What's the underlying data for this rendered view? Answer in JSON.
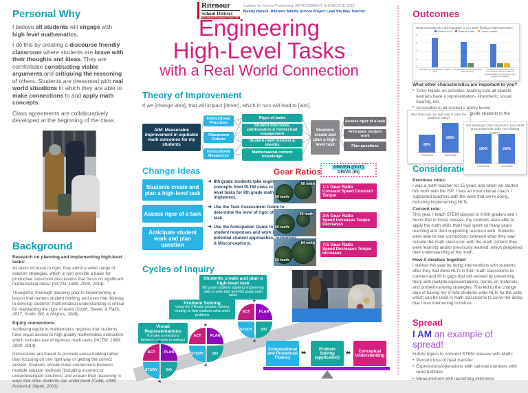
{
  "colors": {
    "teal_heading": "#13a3b5",
    "magenta": "#d6207f",
    "cyan": "#29b4e4",
    "teal_box": "#18a79e",
    "navy": "#1d4057",
    "red": "#e02330",
    "purple_bar": "#8e1fd3",
    "chart_blue": "#4a7bd4"
  },
  "header": {
    "logo_name": "Ritenour",
    "logo_sub": "School District",
    "logo_tagline": "Educational Excellence Since 1867",
    "institute_line": "Institute for School Partnership IMPROVEMENT SHOWCASE 2023",
    "author_line": "Mandy Harvell, Ritenour Middle School Project Lead the Way Teacher",
    "title_line1": "Engineering",
    "title_line2": "High-Level Tasks",
    "title_line3": "with a Real World Connection"
  },
  "personal_why": {
    "heading": "Personal Why",
    "p1": [
      {
        "t": "I believe "
      },
      {
        "t": "all students",
        "b": true
      },
      {
        "t": " will "
      },
      {
        "t": "engage",
        "b": true
      },
      {
        "t": " with "
      },
      {
        "t": "high level mathematics.",
        "b": true
      }
    ],
    "p2": [
      {
        "t": "I do this by creating a "
      },
      {
        "t": "discourse friendly classroom",
        "b": true
      },
      {
        "t": " where students are "
      },
      {
        "t": "brave with their thoughts and ideas.",
        "b": true
      },
      {
        "t": " They are comfortable "
      },
      {
        "t": "constructing viable arguments",
        "b": true
      },
      {
        "t": " and "
      },
      {
        "t": "critiquing the reasoning",
        "b": true
      },
      {
        "t": " of others.  Students are presented with "
      },
      {
        "t": "real world situations",
        "b": true
      },
      {
        "t": " in which they are able to "
      },
      {
        "t": "make connections",
        "b": true
      },
      {
        "t": " to and "
      },
      {
        "t": "apply math concepts.",
        "b": true
      }
    ],
    "p3": "Class agreements are collaboratively developed at the beginning of the class."
  },
  "background": {
    "heading": "Background",
    "sub1": "Research on planning and implementing high-level tasks:",
    "p1": [
      {
        "t": "As tasks increase in rigor, they admit a wider range of solution strategies, which in turn provide a basis for productive classroom discussions that focus on significant mathematical ideas. "
      },
      {
        "t": "(NCTM, 1989; 2000; 2014).",
        "i": true
      }
    ],
    "p2": [
      {
        "t": "Thoughtful, thorough planning prior to implementing a lesson that centers student thinking and uses that thinking to develop students' mathematical understanding is critical for maintaining the rigor of tasks "
      },
      {
        "t": "(Smith, Steele, & Raith, 2017; Smith, Bill, & Hughes, 2008).",
        "i": true
      }
    ],
    "sub2": "Equity connections:",
    "p3": [
      {
        "t": "Achieving equity in mathematics requires that students have equal access to high-quality mathematics instruction which includes use of rigorous math tasks "
      },
      {
        "t": "(NCTM, 1989; 2000; 2014).",
        "i": true
      }
    ],
    "p4": [
      {
        "t": "Discussions are meant to promote sense making rather than focusing on one right way or getting the correct answer. Students should make connections between multiple solution methods (including incorrect or underdeveloped solutions) and explain their reasoning in ways that other students can understand "
      },
      {
        "t": "(Cobb, 1998; Kozemi & Stipek, 2001).",
        "i": true
      }
    ]
  },
  "theory": {
    "heading": "Theory of Improvement",
    "subtitle": "If we [change idea], that will impact [driver], which in turn will lead to [aim].",
    "aim": "AIM: Measurable improvement in equitable math outcomes for my students",
    "drivers": [
      "Instructional Practices",
      "Classroom Culture",
      "Instructional Resources"
    ],
    "secondary": [
      "Rigor of tasks",
      "Student discourse, participation & intellectual engagement",
      "Student math mindset & identity",
      "Mathematical content knowledge"
    ],
    "change_box": "Students create and plan a high-level task",
    "sub_boxes": [
      "Assess rigor of a task",
      "Anticipate student work",
      "Plan questions"
    ]
  },
  "change_ideas": {
    "heading": "Change Ideas",
    "boxes": [
      "Students create and plan a high-level task",
      "Assess rigor of a task",
      "Anticipate student work and plan question"
    ],
    "bullets": [
      "8th grade students take engineering concepts from PLTW class to write high level tasks for 6th grade math teachers to implement.",
      "Use the Task Assessment Guide to determine the level of rigor of the created task",
      "Use the Anticipation Guide to predict student responses and work through potential student approaches, responses, & Misconceptions."
    ],
    "arrow_glyph": "➜"
  },
  "gear_ratios": {
    "heading": "Gear Ratios",
    "driven_line1": "DRIVEN (OUT)",
    "driven_line2": "DRIVE (IN)",
    "rows": [
      {
        "teeth_top": "60 teeth",
        "teeth_bottom": "60 teeth",
        "ratio": "1:1 Gear Ratio",
        "desc": "Constant Speed Constant Torque"
      },
      {
        "teeth_top": "36 teeth",
        "teeth_bottom": "60 teeth",
        "ratio": "3:5 Gear Ratio",
        "desc": "Speed Increases Torque Decreases"
      },
      {
        "teeth_top": "84 teeth",
        "teeth_bottom": "60 teeth",
        "ratio": "7:5 Gear Ratio",
        "desc": "Speed Decreases Torque Increases"
      }
    ]
  },
  "cycles": {
    "heading": "Cycles of Inquiry",
    "labels": [
      {
        "title": "Visual Representations",
        "sub": "To make connections between concrete to abstract"
      },
      {
        "title": "Problem Solving",
        "sub": "Using the 3 Reads problem solving strategy to help students solve word problems"
      },
      {
        "title": "Students create and plan a high-level task",
        "sub": "8th grade students applying engineering skills to write high level 6th grade math tasks"
      }
    ],
    "pdsa": {
      "act": "ACT",
      "plan": "PLAN",
      "study": "STUDY",
      "do": "DO"
    }
  },
  "balance": {
    "boxes": [
      "Computational and Procedural Fluency",
      "Problem Solving (application)",
      "Conceptual Understanding"
    ],
    "arrow_glyph": "⬌"
  },
  "outcomes": {
    "heading": "Outcomes",
    "chart1": {
      "type": "bar",
      "title": "What characteristics are important to you when finding a high level task?",
      "legend_note": "legend text approximated (illegible at source resolution)",
      "categories": [
        "The task can be solved in multiple ways",
        "The task asks students to justify their thinking",
        "The task asks students to make connections between different representations (eg going from an equation to a graph)"
      ],
      "series": [
        {
          "name": "Matters a lot",
          "color": "#4a7bd4",
          "values": [
            7,
            6,
            5.5
          ]
        },
        {
          "name": "Matters a little",
          "color": "#6b8e4e",
          "values": [
            0,
            1,
            1
          ]
        },
        {
          "name": "Doesn't matter",
          "color": "#e8b931",
          "values": [
            0,
            0,
            1
          ]
        }
      ],
      "ylim": [
        0,
        8
      ],
      "yticks": [
        "8",
        "6",
        "4",
        "2",
        "0"
      ]
    },
    "q_heading": "What other characteristics are important to you?",
    "q_bullets": [
      "Time! Hands-on activities. Making sure all student learners have a representation- kinesthetic, visual, hearing, etc.",
      "Accessible to all students' ability levels.",
      "A high level task should not guide students to the answer."
    ],
    "chart2": {
      "type": "bar",
      "title": "Was there only one right way to solve the problems today?",
      "bars": [
        {
          "label": "First Result",
          "value": "60%"
        },
        {
          "label": "Last Result",
          "value": "100%"
        }
      ]
    },
    "chart3": {
      "type": "bar",
      "title": "Did listening to other students in your small group today help make your thinking better?",
      "bars": [
        {
          "label": "First Result",
          "value": "100%"
        },
        {
          "label": "Last Result",
          "value": "100%"
        }
      ]
    }
  },
  "considerations": {
    "heading": "Considerations",
    "sections": [
      {
        "h": "Previous roles:",
        "p": "I was a math teacher for 15 years and when we started this work with the ISP, I was an instructional coach. I supported teachers with the work that we're doing, including implementing HLTs."
      },
      {
        "h": "Current role:",
        "p": "This year, I teach STEM classes to 6-8th graders and I found that in those classes, my students were able to apply the math skills that I had spent so many years teaching and then supporting teachers with. Students were able to see connections between what they saw outside the math classroom with the math content they were learning and/or previously learned, which deepened their understanding of the math."
      },
      {
        "h": "How it meshes together:",
        "p": "I started this year by doing interventions with students after they had done HLTs in their math classrooms to connect and fill in gaps that still existed by presenting them with multiple representations, hands-on materials, and problem-solving strategies. This led to the change idea of having my STEM students write HLTs for the skills which can be used in math classrooms to cover the areas that I was intervening in before."
      }
    ]
  },
  "spread": {
    "heading": "Spread",
    "big": [
      {
        "t": "I AM",
        "b": true,
        "c": "#4338d8"
      },
      {
        "t": " an example of spread!",
        "c": "#a14fd6"
      }
    ],
    "intro": "Future topics to connect STEM classes with Math:",
    "bullets": [
      "Percent loss of heat transfer",
      "Expressions/operations with rational numbers with wind turbines",
      "Measurement with launching skimmers"
    ]
  }
}
